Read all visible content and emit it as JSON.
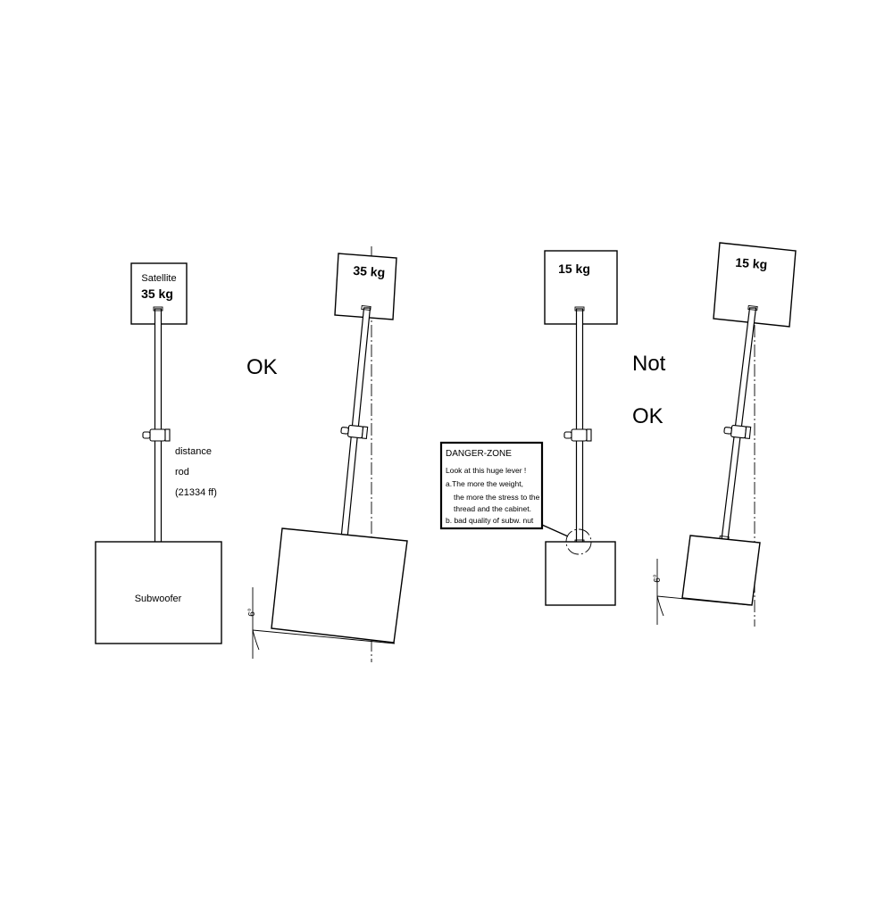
{
  "figure_1": {
    "satellite_label": "Satellite",
    "weight": "35 kg",
    "rod_label_1": "distance",
    "rod_label_2": "rod",
    "rod_label_3": "(21334 ff)",
    "base_label": "Subwoofer"
  },
  "figure_2": {
    "weight": "35 kg",
    "angle": "6°"
  },
  "verdict_ok": "OK",
  "figure_3": {
    "weight": "15 kg",
    "danger_zone": {
      "title": "DANGER-ZONE",
      "line_1": "Look at this huge lever !",
      "line_2": "a.The more the weight,",
      "line_3": "the more the stress to the",
      "line_4": "thread and the cabinet.",
      "line_5": "b. bad quality of subw. nut"
    }
  },
  "figure_4": {
    "weight": "15 kg",
    "angle": "6°"
  },
  "verdict_not_ok": {
    "line_1": "Not",
    "line_2": "OK"
  }
}
